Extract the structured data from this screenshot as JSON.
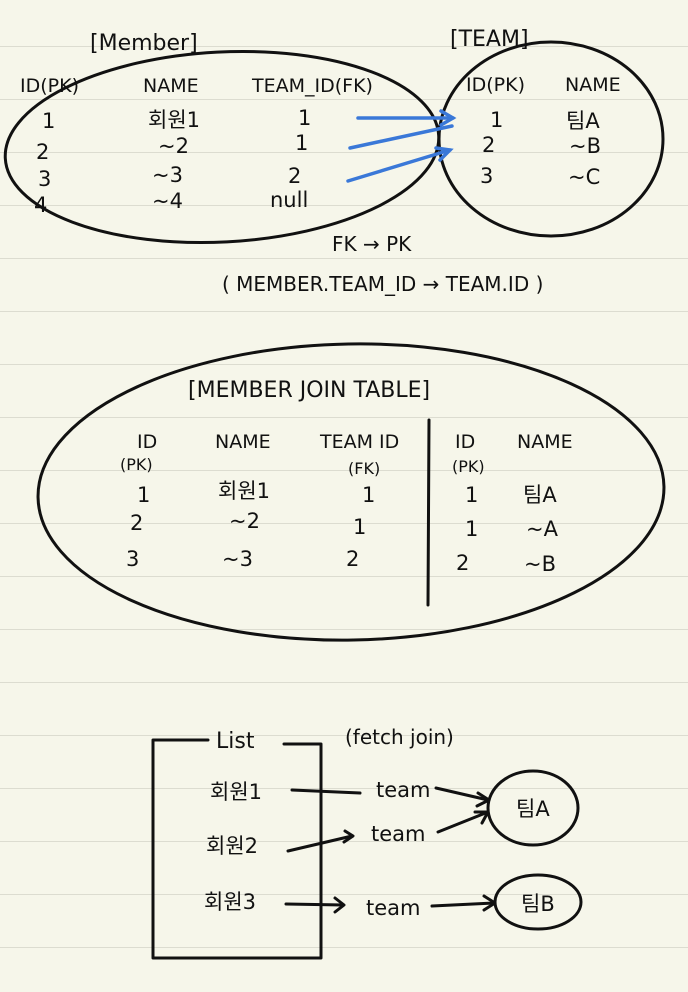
{
  "member_table": {
    "title": "[Member]",
    "headers": [
      "ID(PK)",
      "NAME",
      "TEAM_ID(FK)"
    ],
    "rows": [
      [
        "1",
        "회원1",
        "1"
      ],
      [
        "2",
        "~2",
        "1"
      ],
      [
        "3",
        "~3",
        "2"
      ],
      [
        "4",
        "~4",
        "null"
      ]
    ]
  },
  "team_table": {
    "title": "[TEAM]",
    "headers": [
      "ID(PK)",
      "NAME"
    ],
    "rows": [
      [
        "1",
        "팀A"
      ],
      [
        "2",
        "~B"
      ],
      [
        "3",
        "~C"
      ]
    ]
  },
  "relation_note": {
    "line1": "FK → PK",
    "line2": "( MEMBER.TEAM_ID → TEAM.ID )"
  },
  "join_table": {
    "title": "[MEMBER JOIN TABLE]",
    "left_headers": [
      "ID",
      "NAME",
      "TEAM ID"
    ],
    "left_subheaders": [
      "(PK)",
      "",
      "(FK)"
    ],
    "right_headers": [
      "ID",
      "NAME"
    ],
    "right_subheaders": [
      "(PK)",
      ""
    ],
    "rows": [
      [
        "1",
        "회원1",
        "1",
        "1",
        "팀A"
      ],
      [
        "2",
        "~2",
        "1",
        "1",
        "~A"
      ],
      [
        "3",
        "~3",
        "2",
        "2",
        "~B"
      ]
    ]
  },
  "fetch_join": {
    "list_label": "List",
    "note": "(fetch join)",
    "items": [
      "회원1",
      "회원2",
      "회원3"
    ],
    "edge_label": "team",
    "teams": [
      "팀A",
      "팀B"
    ]
  }
}
